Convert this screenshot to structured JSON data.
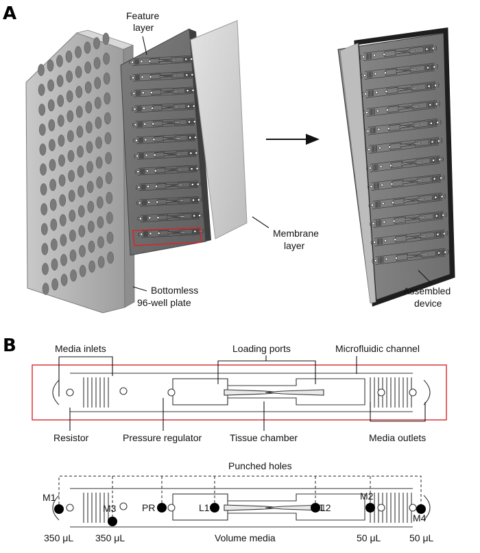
{
  "panels": {
    "a": "A",
    "b": "B"
  },
  "top": {
    "feature_layer": [
      "Feature",
      "layer"
    ],
    "membrane_layer": [
      "Membrane",
      "layer"
    ],
    "plate": [
      "Bottomless",
      "96-well plate"
    ],
    "assembled": [
      "Assembled",
      "device"
    ]
  },
  "detail": {
    "media_inlets": "Media inlets",
    "loading_ports": "Loading ports",
    "microfluidic_channel": "Microfluidic channel",
    "resistor": "Resistor",
    "pressure_regulator": "Pressure regulator",
    "tissue_chamber": "Tissue chamber",
    "media_outlets": "Media outlets"
  },
  "schematic": {
    "punched_holes": "Punched holes",
    "ports": {
      "m1": "M1",
      "m3": "M3",
      "pr": "PR",
      "l1": "L1",
      "l2": "L2",
      "m2": "M2",
      "m4": "M4"
    },
    "volumes": {
      "m1": "350 μL",
      "m3": "350 μL",
      "media": "Volume media",
      "m2": "50 μL",
      "m4": "50 μL"
    }
  },
  "colors": {
    "highlight": "#d9262b",
    "plate": "#b8b8b8",
    "feature": "#777777",
    "membrane": "#c9c9c9",
    "frame": "#222222"
  }
}
